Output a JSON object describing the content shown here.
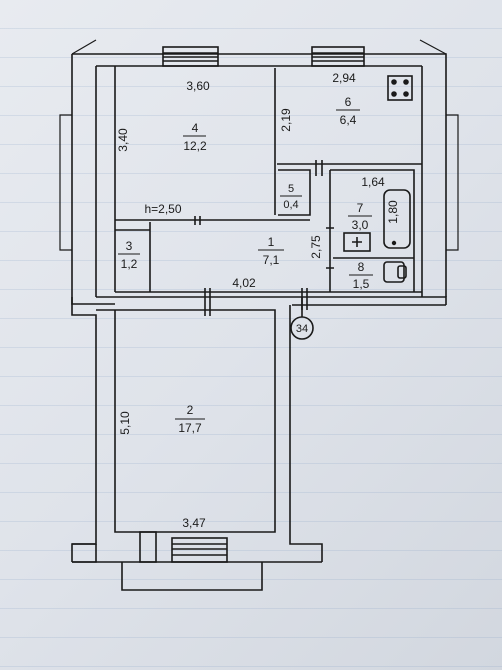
{
  "plan": {
    "rooms": [
      {
        "id": "room-1",
        "number": "1",
        "area": "7,1"
      },
      {
        "id": "room-2",
        "number": "2",
        "area": "17,7"
      },
      {
        "id": "room-3",
        "number": "3",
        "area": "1,2"
      },
      {
        "id": "room-4",
        "number": "4",
        "area": "12,2"
      },
      {
        "id": "room-5",
        "number": "5",
        "area": "0,4"
      },
      {
        "id": "room-6",
        "number": "6",
        "area": "6,4"
      },
      {
        "id": "room-7",
        "number": "7",
        "area": "3,0"
      },
      {
        "id": "room-8",
        "number": "8",
        "area": "1,5"
      }
    ],
    "dimensions": {
      "room4_width": "3,60",
      "room4_length": "3,40",
      "ceiling_height": "h=2,50",
      "room6_width": "2,94",
      "room6_length": "2,19",
      "room7_width": "1,64",
      "bathtub_length": "1,80",
      "hall_width": "2,75",
      "hall_length": "4,02",
      "room2_length": "5,10",
      "room2_width": "3,47"
    },
    "axis_marker": "34"
  }
}
